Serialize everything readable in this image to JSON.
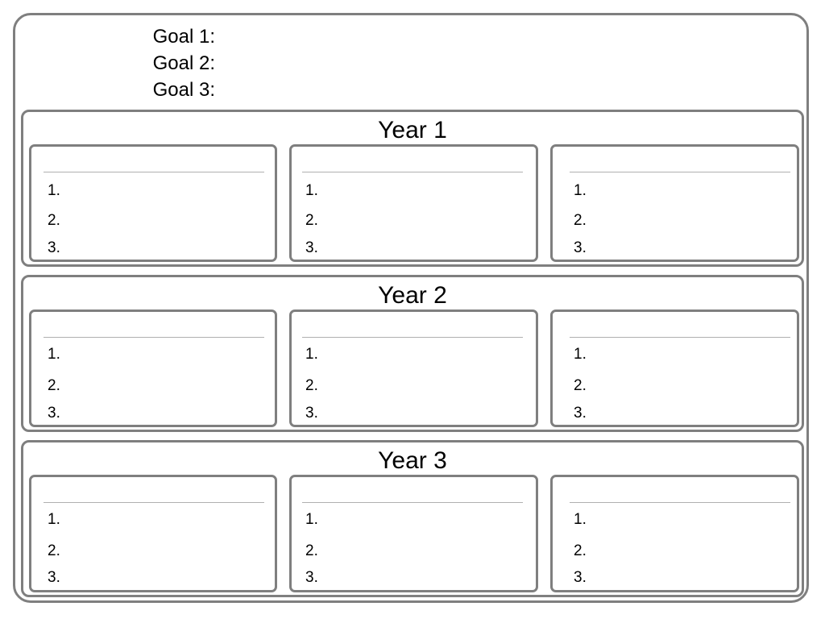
{
  "goals": [
    "Goal 1:",
    "Goal 2:",
    "Goal 3:"
  ],
  "years": [
    {
      "title": "Year 1",
      "cards": [
        {
          "items": [
            "1.",
            "2.",
            "3."
          ]
        },
        {
          "items": [
            "1.",
            "2.",
            "3."
          ]
        },
        {
          "items": [
            "1.",
            "2.",
            "3."
          ]
        }
      ]
    },
    {
      "title": "Year 2",
      "cards": [
        {
          "items": [
            "1.",
            "2.",
            "3."
          ]
        },
        {
          "items": [
            "1.",
            "2.",
            "3."
          ]
        },
        {
          "items": [
            "1.",
            "2.",
            "3."
          ]
        }
      ]
    },
    {
      "title": "Year 3",
      "cards": [
        {
          "items": [
            "1.",
            "2.",
            "3."
          ]
        },
        {
          "items": [
            "1.",
            "2.",
            "3."
          ]
        },
        {
          "items": [
            "1.",
            "2.",
            "3."
          ]
        }
      ]
    }
  ],
  "colors": {
    "border": "#7f7f7f",
    "rule": "#b0b0b0",
    "text": "#000000",
    "background": "#ffffff"
  }
}
